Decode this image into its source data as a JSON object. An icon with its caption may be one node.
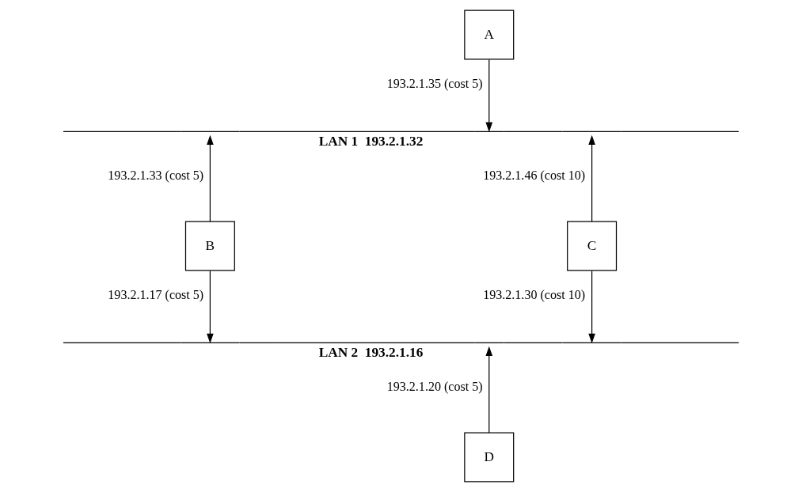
{
  "diagram": {
    "nodes": [
      {
        "text": [
          "A"
        ]
      },
      {
        "text": [
          "LAN 1  193.2.1.32"
        ]
      },
      {
        "text": [
          "B"
        ]
      },
      {
        "text": [
          "C"
        ]
      },
      {
        "text": [
          "LAN 2  193.2.1.16"
        ]
      },
      {
        "text": [
          "D"
        ]
      }
    ],
    "edges": [
      {
        "from": 0,
        "to": 1,
        "arrow": "to",
        "label": "193.2.1.35 (cost 5)"
      },
      {
        "from": 2,
        "to": 1,
        "arrow": "to",
        "label": "193.2.1.33 (cost 5)"
      },
      {
        "from": 3,
        "to": 1,
        "arrow": "to",
        "label": "193.2.1.46 (cost 10)"
      },
      {
        "from": 2,
        "to": 4,
        "arrow": "to",
        "label": "193.2.1.17 (cost 5)"
      },
      {
        "from": 3,
        "to": 4,
        "arrow": "to",
        "label": "193.2.1.30 (cost 10)"
      },
      {
        "from": 5,
        "to": 4,
        "arrow": "to",
        "label": "193.2.1.20 (cost 5)"
      }
    ]
  }
}
